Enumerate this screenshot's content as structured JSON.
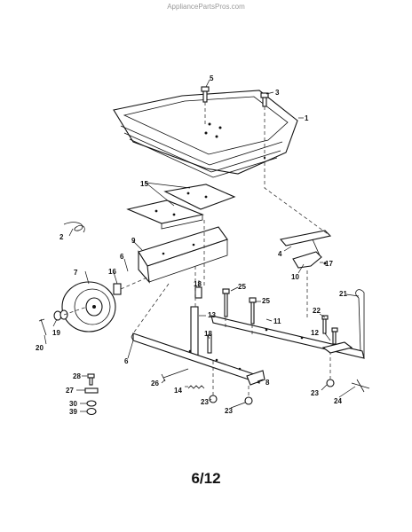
{
  "watermark": "AppliancePartsPros.com",
  "page_number": "6/12",
  "callouts": {
    "c1": "1",
    "c2": "2",
    "c3": "3",
    "c4": "4",
    "c5": "5",
    "c6a": "6",
    "c6b": "6",
    "c7": "7",
    "c8": "8",
    "c9": "9",
    "c10": "10",
    "c11": "11",
    "c12": "12",
    "c13": "13",
    "c14": "14",
    "c15": "15",
    "c16": "16",
    "c17": "17",
    "c18a": "18",
    "c18b": "18",
    "c19": "19",
    "c20": "20",
    "c21": "21",
    "c22": "22",
    "c23a": "23",
    "c23b": "23",
    "c23c": "23",
    "c24": "24",
    "c25a": "25",
    "c25b": "25",
    "c26": "26",
    "c27": "27",
    "c28": "28",
    "c30": "30",
    "c39": "39"
  }
}
